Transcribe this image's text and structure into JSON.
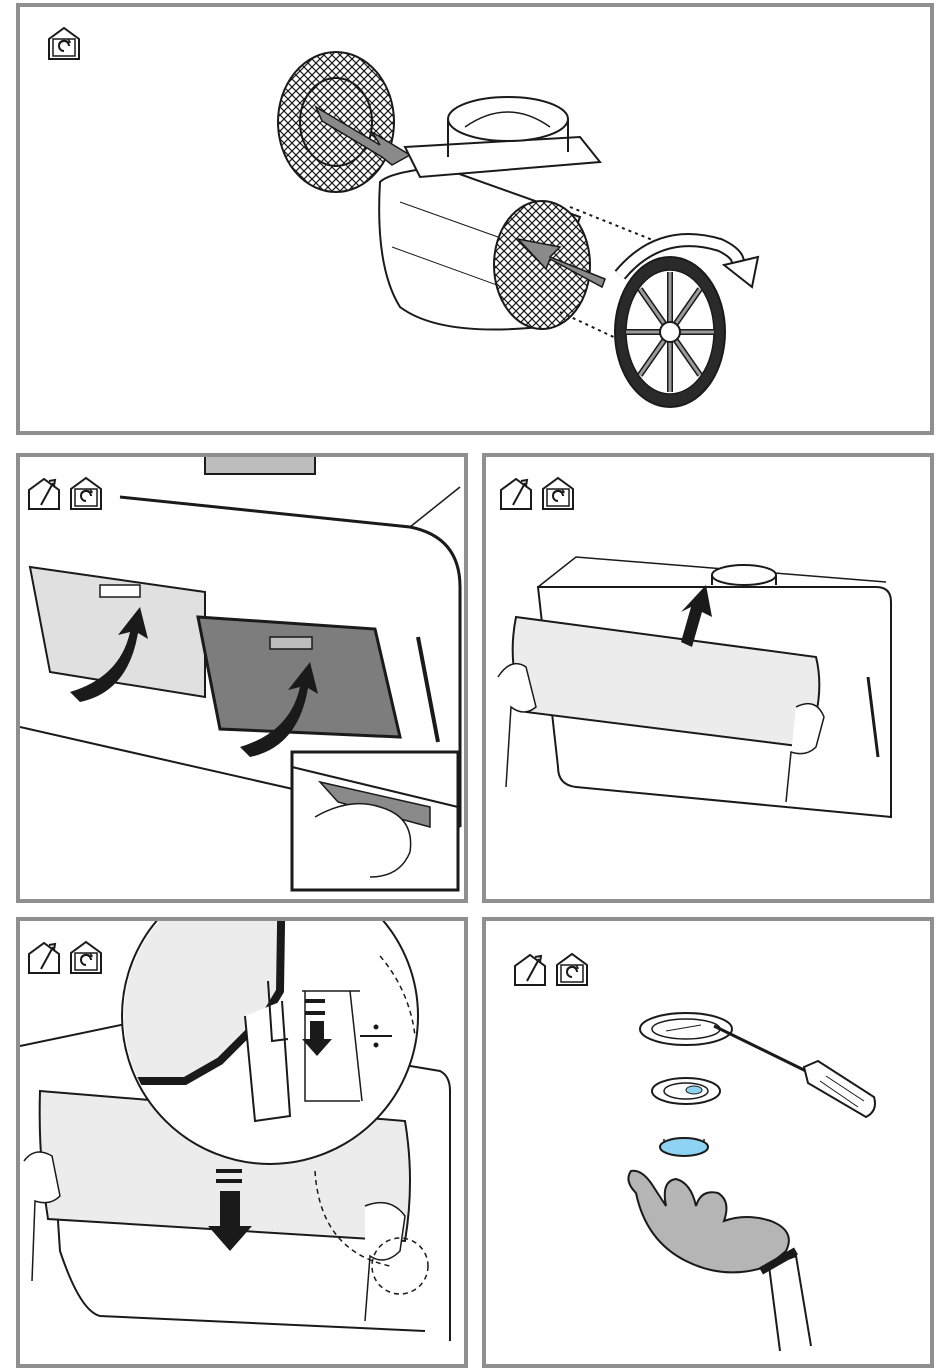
{
  "document": {
    "panels": [
      {
        "id": "panel-1",
        "mode_icons": [
          "recirculation-mode-icon"
        ]
      },
      {
        "id": "panel-2",
        "mode_icons": [
          "extraction-mode-icon",
          "recirculation-mode-icon"
        ]
      },
      {
        "id": "panel-3",
        "mode_icons": [
          "extraction-mode-icon",
          "recirculation-mode-icon"
        ]
      },
      {
        "id": "panel-4",
        "mode_icons": [
          "extraction-mode-icon",
          "recirculation-mode-icon"
        ]
      },
      {
        "id": "panel-5",
        "mode_icons": [
          "extraction-mode-icon",
          "recirculation-mode-icon"
        ]
      }
    ]
  },
  "colors": {
    "frame": "#8f8f8f",
    "line": "#1a1a1a",
    "filter_grey": "#bdbdbd",
    "panel_glass": "#ececec",
    "dark_filter": "#777777",
    "lens_blue": "#8fd3f2",
    "glove_grey": "#b5b5b5"
  }
}
